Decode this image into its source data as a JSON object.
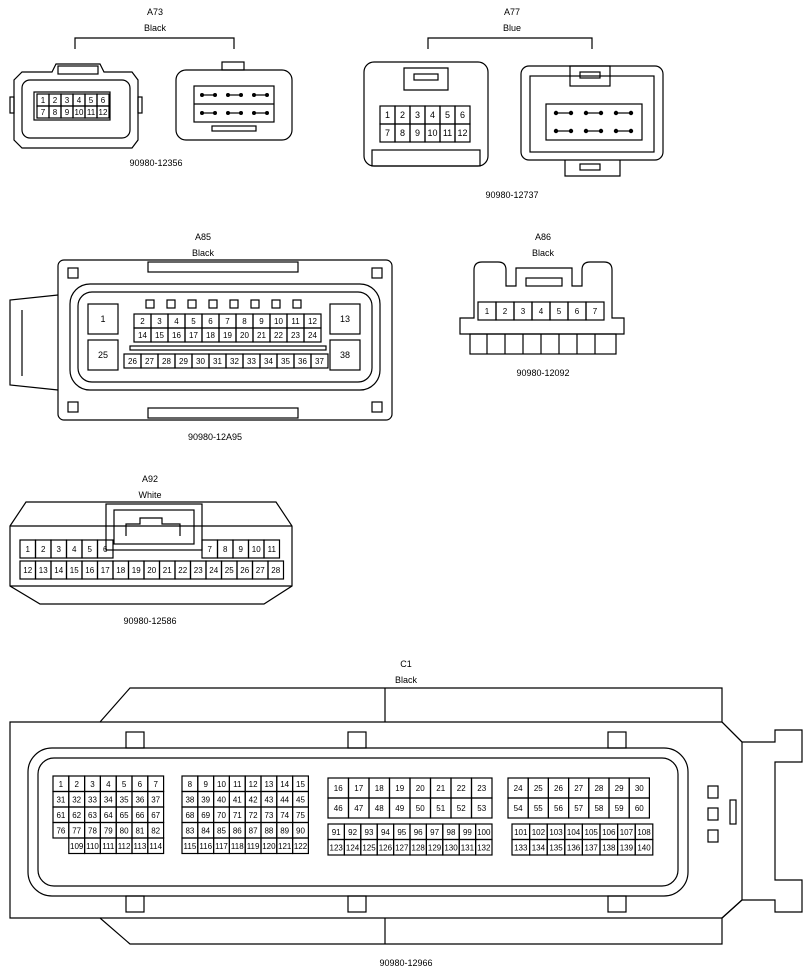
{
  "connectors": {
    "a73": {
      "id": "A73",
      "color": "Black",
      "part": "90980-12356",
      "rows": [
        [
          "1",
          "2",
          "3",
          "4",
          "5",
          "6"
        ],
        [
          "7",
          "8",
          "9",
          "10",
          "11",
          "12"
        ]
      ]
    },
    "a77": {
      "id": "A77",
      "color": "Blue",
      "part": "90980-12737",
      "rows": [
        [
          "1",
          "2",
          "3",
          "4",
          "5",
          "6"
        ],
        [
          "7",
          "8",
          "9",
          "10",
          "11",
          "12"
        ]
      ]
    },
    "a85": {
      "id": "A85",
      "color": "Black",
      "part": "90980-12A95",
      "big": [
        "1",
        "13",
        "25",
        "38"
      ],
      "row1": [
        "2",
        "3",
        "4",
        "5",
        "6",
        "7",
        "8",
        "9",
        "10",
        "11",
        "12"
      ],
      "row2": [
        "14",
        "15",
        "16",
        "17",
        "18",
        "19",
        "20",
        "21",
        "22",
        "23",
        "24"
      ],
      "row3": [
        "26",
        "27",
        "28",
        "29",
        "30",
        "31",
        "32",
        "33",
        "34",
        "35",
        "36",
        "37"
      ]
    },
    "a86": {
      "id": "A86",
      "color": "Black",
      "part": "90980-12092",
      "row": [
        "1",
        "2",
        "3",
        "4",
        "5",
        "6",
        "7"
      ]
    },
    "a92": {
      "id": "A92",
      "color": "White",
      "part": "90980-12586",
      "topLeft": [
        "1",
        "2",
        "3",
        "4",
        "5",
        "6"
      ],
      "topRight": [
        "7",
        "8",
        "9",
        "10",
        "11"
      ],
      "bottom": [
        "12",
        "13",
        "14",
        "15",
        "16",
        "17",
        "18",
        "19",
        "20",
        "21",
        "22",
        "23",
        "24",
        "25",
        "26",
        "27",
        "28"
      ]
    },
    "c1": {
      "id": "C1",
      "color": "Black",
      "part": "90980-12966",
      "block1": {
        "top": [
          [
            "1",
            "2",
            "3",
            "4",
            "5",
            "6",
            "7"
          ],
          [
            "31",
            "32",
            "33",
            "34",
            "35",
            "36",
            "37"
          ],
          [
            "61",
            "62",
            "63",
            "64",
            "65",
            "66",
            "67"
          ],
          [
            "76",
            "77",
            "78",
            "79",
            "80",
            "81",
            "82"
          ]
        ],
        "bottom": [
          "109",
          "110",
          "111",
          "112",
          "113",
          "114"
        ]
      },
      "block2": [
        [
          "8",
          "9",
          "10",
          "11",
          "12",
          "13",
          "14",
          "15"
        ],
        [
          "38",
          "39",
          "40",
          "41",
          "42",
          "43",
          "44",
          "45"
        ],
        [
          "68",
          "69",
          "70",
          "71",
          "72",
          "73",
          "74",
          "75"
        ],
        [
          "83",
          "84",
          "85",
          "86",
          "87",
          "88",
          "89",
          "90"
        ],
        [
          "115",
          "116",
          "117",
          "118",
          "119",
          "120",
          "121",
          "122"
        ]
      ],
      "block3": {
        "top": [
          [
            "16",
            "17",
            "18",
            "19",
            "20",
            "21",
            "22",
            "23"
          ],
          [
            "46",
            "47",
            "48",
            "49",
            "50",
            "51",
            "52",
            "53"
          ]
        ],
        "bottom": [
          [
            "91",
            "92",
            "93",
            "94",
            "95",
            "96",
            "97",
            "98",
            "99",
            "100"
          ],
          [
            "123",
            "124",
            "125",
            "126",
            "127",
            "128",
            "129",
            "130",
            "131",
            "132"
          ]
        ]
      },
      "block4": {
        "top": [
          [
            "24",
            "25",
            "26",
            "27",
            "28",
            "29",
            "30"
          ],
          [
            "54",
            "55",
            "56",
            "57",
            "58",
            "59",
            "60"
          ]
        ],
        "bottom": [
          [
            "101",
            "102",
            "103",
            "104",
            "105",
            "106",
            "107",
            "108"
          ],
          [
            "133",
            "134",
            "135",
            "136",
            "137",
            "138",
            "139",
            "140"
          ]
        ]
      }
    }
  }
}
